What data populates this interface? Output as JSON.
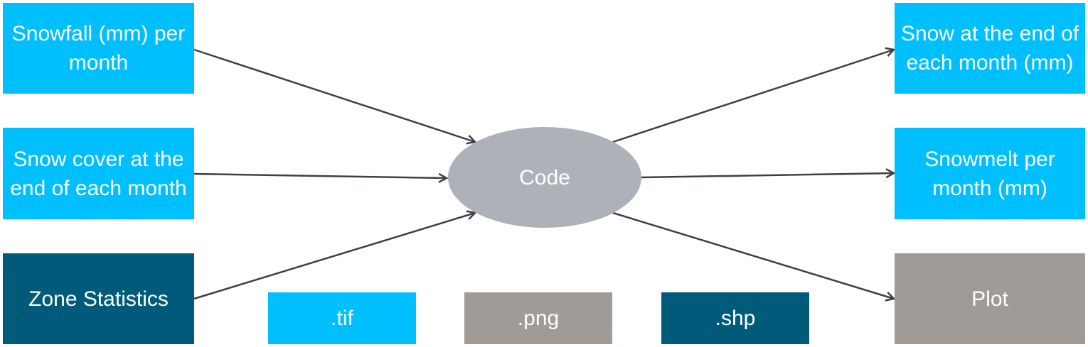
{
  "inputs": [
    {
      "label": "Snowfall (mm) per month",
      "type": "tif"
    },
    {
      "label": "Snow cover at the end of each month",
      "type": "tif"
    },
    {
      "label": "Zone Statistics",
      "type": "shp"
    }
  ],
  "process": {
    "label": "Code"
  },
  "outputs": [
    {
      "label": "Snow at the end of each month (mm)",
      "type": "tif"
    },
    {
      "label": "Snowmelt per month (mm)",
      "type": "tif"
    },
    {
      "label": "Plot",
      "type": "png"
    }
  ],
  "legend": [
    {
      "label": ".tif",
      "color": "#00BFFF"
    },
    {
      "label": ".png",
      "color": "#A09B97"
    },
    {
      "label": ".shp",
      "color": "#005B7B"
    }
  ],
  "colors": {
    "tif": "#00BFFF",
    "png": "#A09B97",
    "shp": "#005B7B",
    "code": "#ADB2B9",
    "arrow": "#3D4048"
  }
}
